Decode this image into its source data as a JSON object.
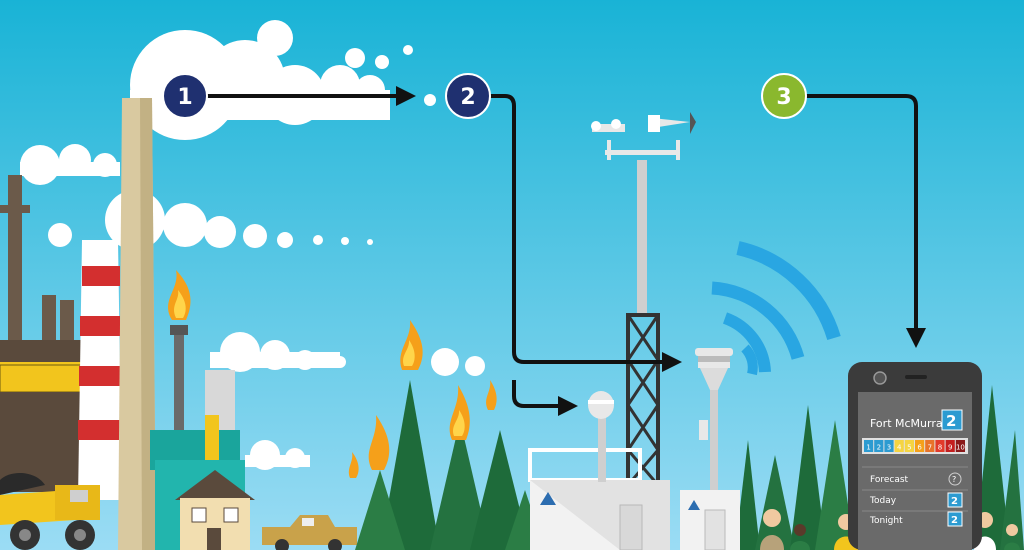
{
  "steps": [
    {
      "label": "1",
      "color": "#1f3070"
    },
    {
      "label": "2",
      "color": "#1f3070"
    },
    {
      "label": "3",
      "color": "#8ab82e"
    }
  ],
  "phone": {
    "location": "Fort McMurray",
    "current_index": "2",
    "scale": [
      "1",
      "2",
      "3",
      "4",
      "5",
      "6",
      "7",
      "8",
      "9",
      "10"
    ],
    "rows": [
      {
        "label": "Forecast",
        "value": "?"
      },
      {
        "label": "Today",
        "value": "2"
      },
      {
        "label": "Tonight",
        "value": "2"
      }
    ]
  },
  "colors": {
    "sky_top": "#1ab6d8",
    "sky_bottom": "#8ed6f2",
    "arrow": "#111111",
    "signal": "#29a6e2",
    "index_badge": "#2c9bd1"
  }
}
